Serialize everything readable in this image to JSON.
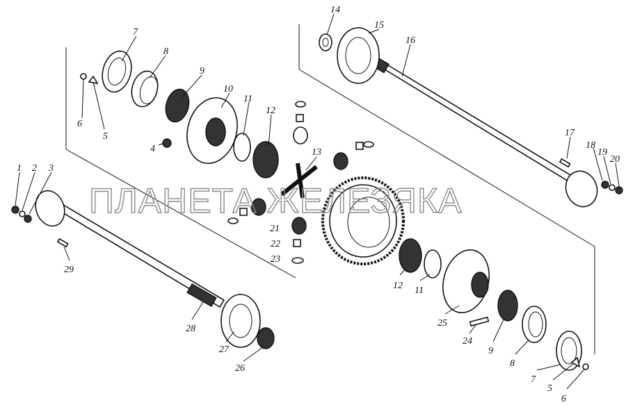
{
  "diagram": {
    "watermark": "ПЛАНЕТА ЖЕЛЕЗЯКА",
    "labels": {
      "l1": "1",
      "l2": "2",
      "l3": "3",
      "l4": "4",
      "l5a": "5",
      "l6a": "6",
      "l7a": "7",
      "l8a": "8",
      "l9a": "9",
      "l10": "10",
      "l11a": "11",
      "l12a": "12",
      "l13": "13",
      "l14": "14",
      "l15": "15",
      "l16": "16",
      "l17": "17",
      "l18": "18",
      "l19": "19",
      "l20": "20",
      "l21": "21",
      "l22": "22",
      "l23": "23",
      "l24": "24",
      "l25": "25",
      "l26": "26",
      "l27": "27",
      "l28": "28",
      "l29": "29",
      "l12b": "12",
      "l11b": "11",
      "l9b": "9",
      "l8b": "8",
      "l7b": "7",
      "l5b": "5",
      "l6b": "6"
    }
  }
}
